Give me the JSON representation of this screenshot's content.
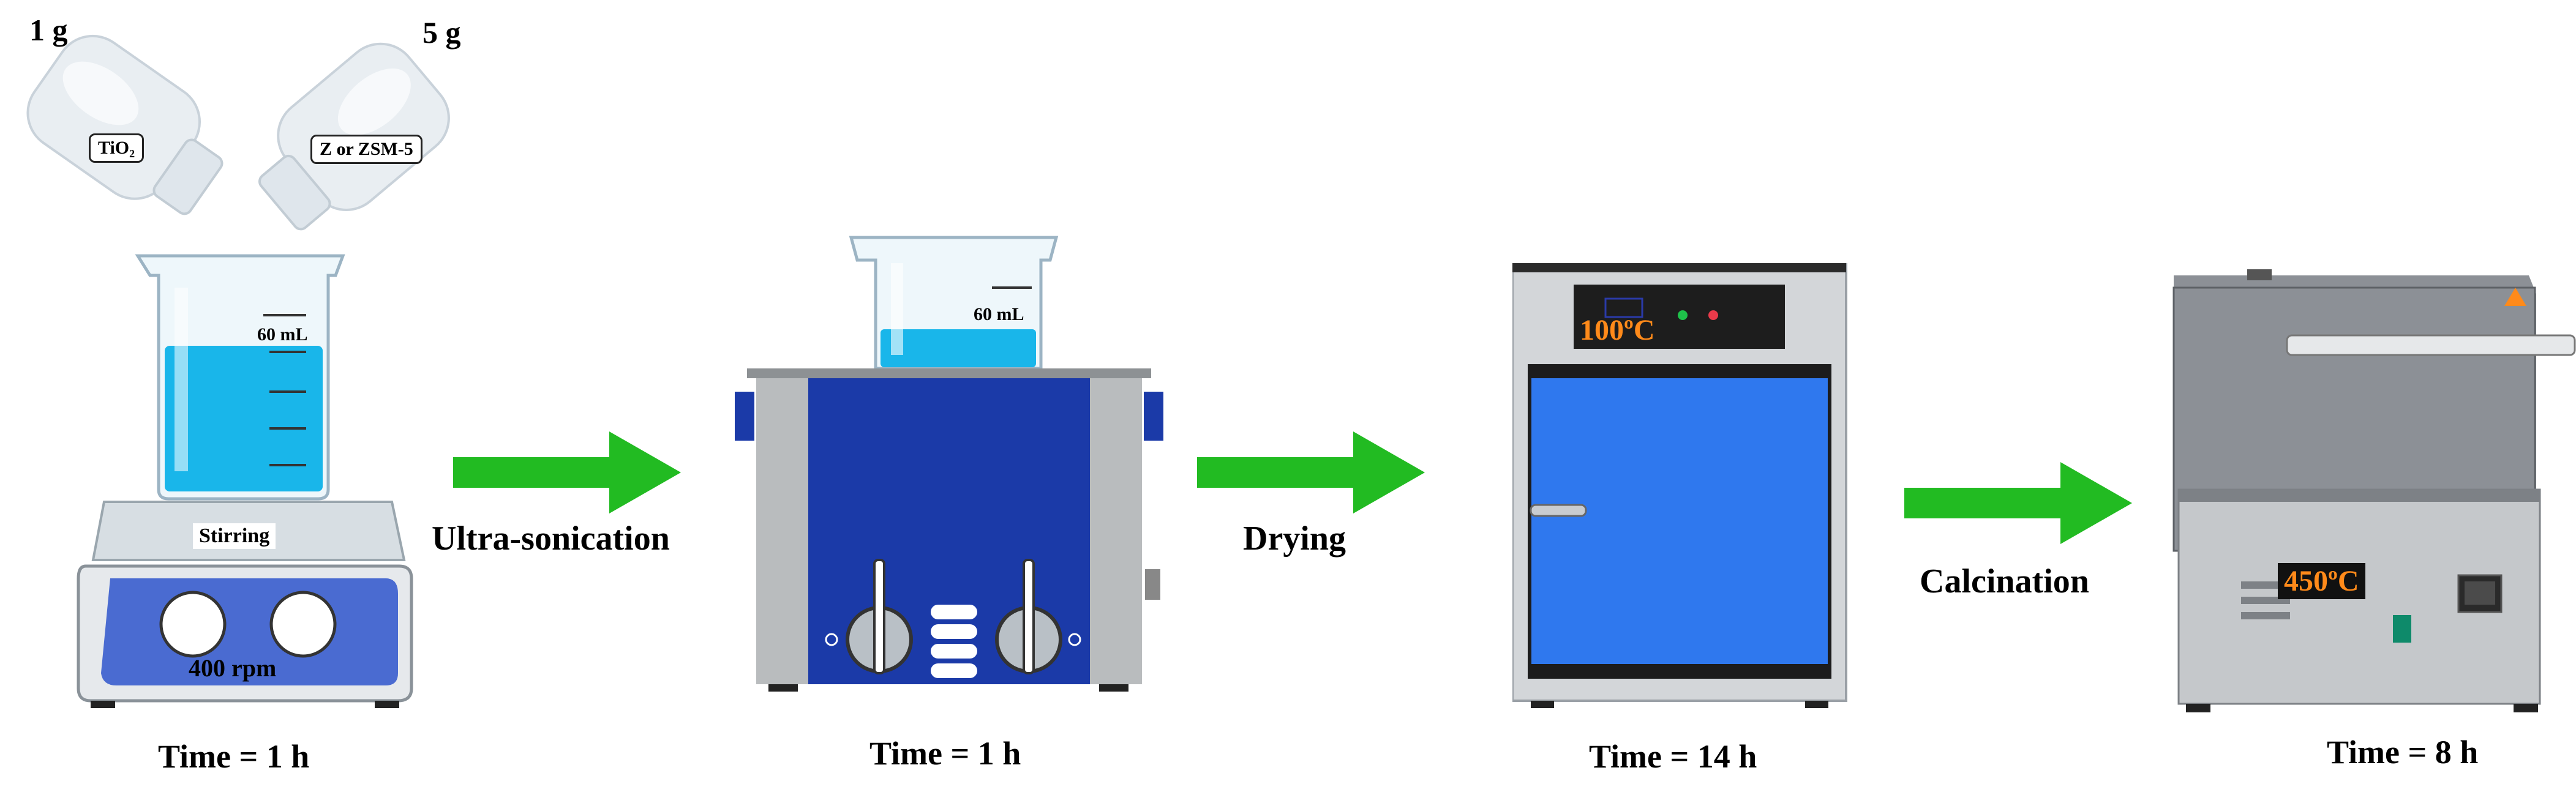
{
  "masses": {
    "tio2_mass": "1 g",
    "zeolite_mass": "5 g"
  },
  "bottles": {
    "tio2_label": "TiO₂",
    "zeolite_label": "Z or ZSM-5"
  },
  "stirrer": {
    "beaker_volume": "60 mL",
    "plate_label": "Stirring",
    "speed": "400 rpm",
    "time": "Time = 1 h"
  },
  "sonicator": {
    "beaker_volume": "60 mL",
    "time": "Time = 1 h"
  },
  "oven": {
    "temperature": "100ºC",
    "time": "Time = 14 h"
  },
  "furnace": {
    "temperature": "450ºC",
    "time": "Time = 8 h"
  },
  "steps": {
    "step1": "Ultra-sonication",
    "step2": "Drying",
    "step3": "Calcination"
  },
  "colors": {
    "arrow": "#22bb22",
    "water": "#19b6ea",
    "sonicator_body": "#1b3aa8",
    "oven_door": "#2f78ee",
    "furnace": "#8c9096",
    "temperature_text": "#ff8a1a"
  }
}
